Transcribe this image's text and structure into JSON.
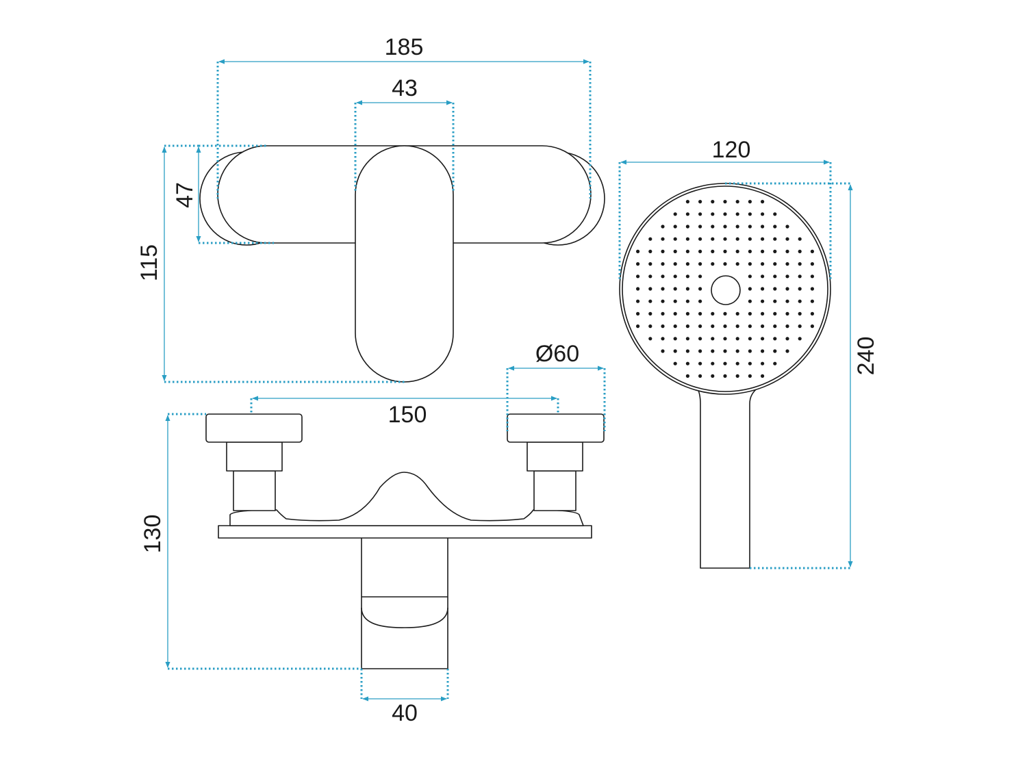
{
  "colors": {
    "dimension": "#2a9ec4",
    "outline": "#1a1a1a",
    "background": "#ffffff"
  },
  "dimensions": {
    "mixer_width": "185",
    "lever_width": "43",
    "body_height": "47",
    "total_height": "115",
    "handset_width": "120",
    "handset_length": "240",
    "rosette_diameter": "Ø60",
    "connector_spacing": "150",
    "outlet_height": "130",
    "outlet_width": "40"
  }
}
